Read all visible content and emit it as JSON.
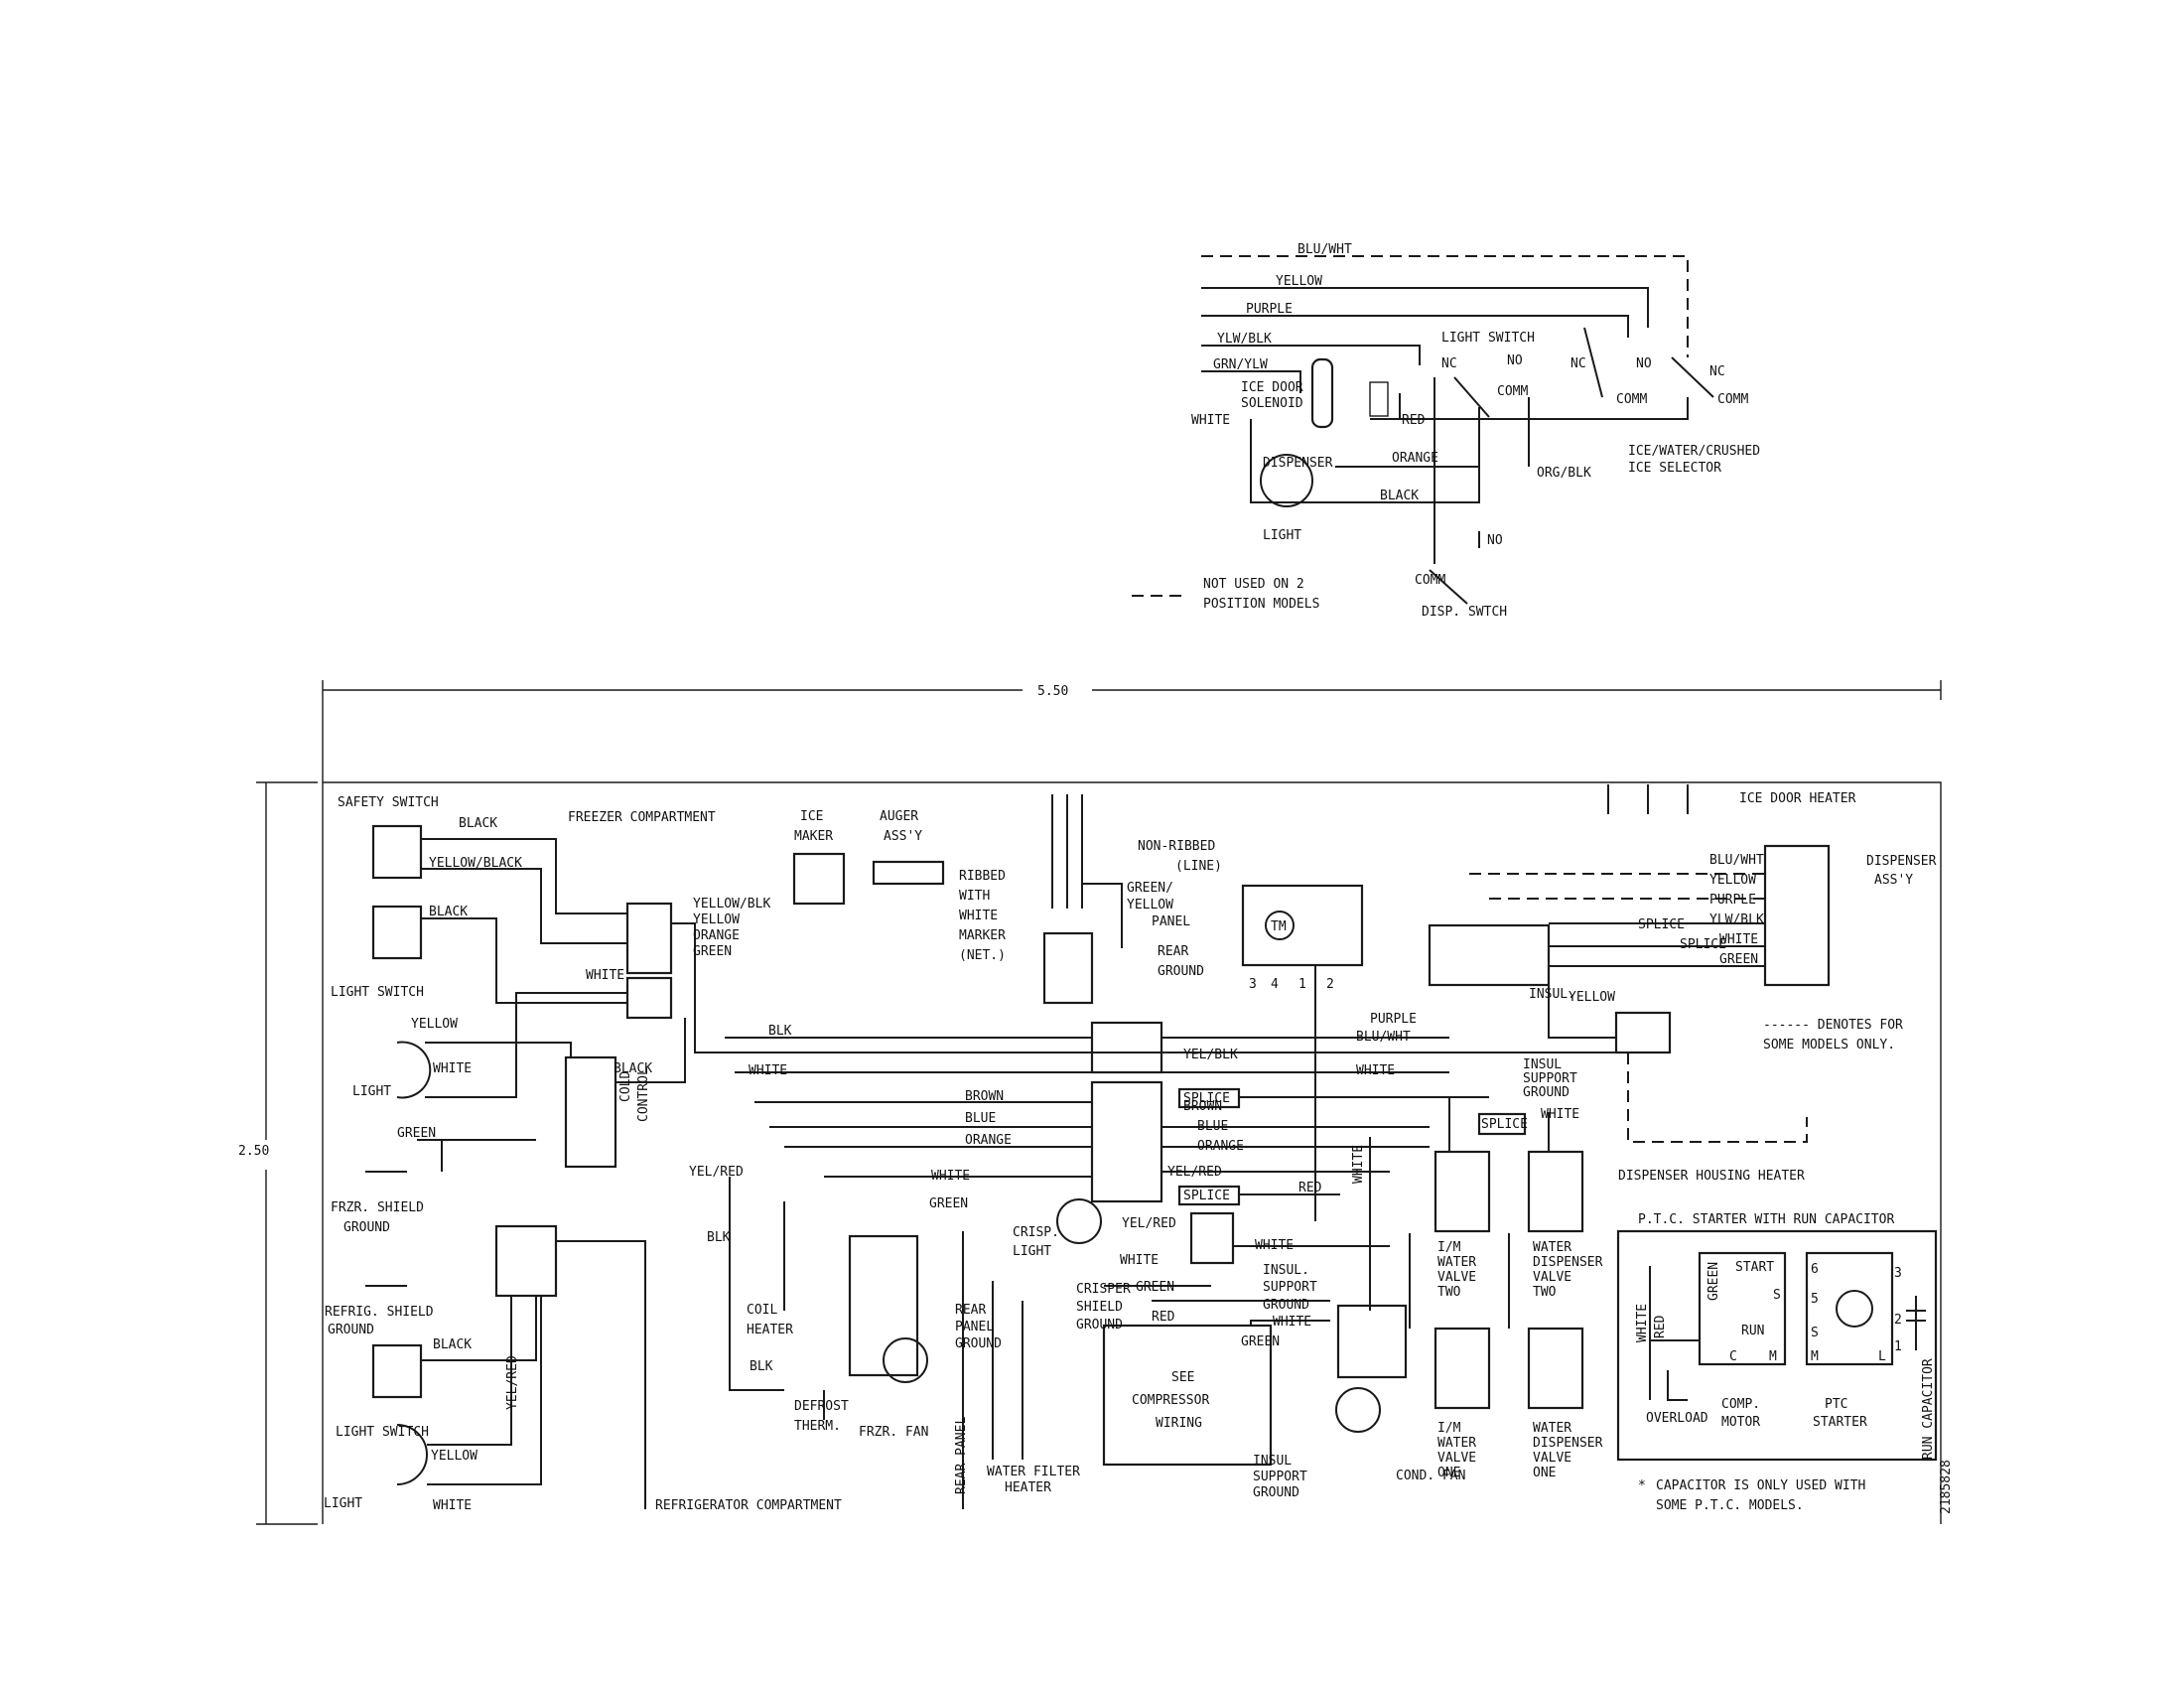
{
  "legend_top": {
    "wire_blu_wht": "BLU/WHT",
    "wire_yellow": "YELLOW",
    "wire_purple": "PURPLE",
    "wire_ylw_blk": "YLW/BLK",
    "wire_grn_ylw": "GRN/YLW",
    "ice_door_solenoid_1": "ICE DOOR",
    "ice_door_solenoid_2": "SOLENOID",
    "wire_white": "WHITE",
    "dispenser_label": "DISPENSER",
    "light_label": "LIGHT",
    "wire_red": "RED",
    "wire_orange": "ORANGE",
    "wire_black": "BLACK",
    "light_switch": "LIGHT SWITCH",
    "nc": "NC",
    "no": "NO",
    "comm": "COMM",
    "wire_org_blk": "ORG/BLK",
    "ice_selector_1": "ICE/WATER/CRUSHED",
    "ice_selector_2": "ICE SELECTOR",
    "not_used_1": "NOT USED ON 2",
    "not_used_2": "POSITION MODELS",
    "disp_switch": "DISP. SWTCH"
  },
  "dims": {
    "width": "5.50",
    "height": "2.50"
  },
  "left_side": {
    "safety_switch": "SAFETY SWITCH",
    "black": "BLACK",
    "yellow_black": "YELLOW/BLACK",
    "light_switch_1": "LIGHT SWITCH",
    "yellow": "YELLOW",
    "white": "WHITE",
    "light_1": "LIGHT",
    "green": "GREEN",
    "frzr_shield_1": "FRZR. SHIELD",
    "frzr_shield_2": "GROUND",
    "refrig_shield_1": "REFRIG. SHIELD",
    "refrig_shield_2": "GROUND",
    "light_switch_2": "LIGHT SWITCH",
    "light_2": "LIGHT",
    "yel_red": "YEL/RED",
    "freezer_compartment": "FREEZER COMPARTMENT",
    "refrigerator_compartment": "REFRIGERATOR COMPARTMENT",
    "cold_control_1": "COLD",
    "cold_control_2": "CONTROL",
    "blk": "BLK"
  },
  "center": {
    "ice_maker_1": "ICE",
    "ice_maker_2": "MAKER",
    "auger_1": "AUGER",
    "auger_2": "ASS'Y",
    "yellow_blk": "YELLOW/BLK",
    "yellow": "YELLOW",
    "orange": "ORANGE",
    "green": "GREEN",
    "white": "WHITE",
    "blk": "BLK",
    "ribbed_1": "RIBBED",
    "ribbed_2": "WITH",
    "ribbed_3": "WHITE",
    "ribbed_4": "MARKER",
    "ribbed_5": "(NET.)",
    "non_ribbed_1": "NON-RIBBED",
    "non_ribbed_2": "(LINE)",
    "green_yellow_1": "GREEN/",
    "green_yellow_2": "YELLOW",
    "green_yellow_3": "PANEL",
    "rear_ground_1": "REAR",
    "rear_ground_2": "GROUND",
    "tm": "TM",
    "term_3": "3",
    "term_4": "4",
    "term_1": "1",
    "term_2": "2",
    "purple": "PURPLE",
    "blu_wht": "BLU/WHT",
    "yel_blk": "YEL/BLK",
    "brown": "BROWN",
    "blue": "BLUE",
    "splice": "SPLICE",
    "yel_red": "YEL/RED",
    "red": "RED",
    "coil_heater_1": "COIL",
    "coil_heater_2": "HEATER",
    "defrost_1": "DEFROST",
    "defrost_2": "THERM.",
    "frzr_fan": "FRZR. FAN",
    "crisp_light_1": "CRISP.",
    "crisp_light_2": "LIGHT",
    "rear_panel_gnd_1": "REAR",
    "rear_panel_gnd_2": "PANEL",
    "rear_panel_gnd_3": "GROUND",
    "rear_panel": "REAR PANEL",
    "water_filter_1": "WATER FILTER",
    "water_filter_2": "HEATER",
    "crisper_shield_1": "CRISPER",
    "crisper_shield_2": "SHIELD",
    "crisper_shield_3": "GROUND",
    "insul_support_1": "INSUL.",
    "insul_support_2": "SUPPORT",
    "insul_support_3": "GROUND",
    "compressor_1": "SEE",
    "compressor_2": "COMPRESSOR",
    "compressor_3": "WIRING",
    "insul_support_b_1": "INSUL",
    "insul_support_b_2": "SUPPORT",
    "insul_support_b_3": "GROUND",
    "cond_fan": "COND. FAN"
  },
  "right_side": {
    "ice_door_heater": "ICE DOOR HEATER",
    "dispenser_1": "DISPENSER",
    "dispenser_2": "ASS'Y",
    "blu_wht": "BLU/WHT",
    "yellow": "YELLOW",
    "purple": "PURPLE",
    "ylw_blk": "YLW/BLK",
    "white": "WHITE",
    "green": "GREEN",
    "splice": "SPLICE",
    "insul_1": "INSUL.",
    "yellow2": "YELLOW",
    "insul_support_1": "INSUL",
    "insul_support_2": "SUPPORT",
    "insul_support_3": "GROUND",
    "denotes_1": "------ DENOTES FOR",
    "denotes_2": "SOME MODELS ONLY.",
    "housing_heater": "DISPENSER HOUSING HEATER",
    "im_valve_two_1": "I/M",
    "im_valve_two_2": "WATER",
    "im_valve_two_3": "VALVE",
    "im_valve_two_4": "TWO",
    "disp_valve_two_1": "WATER",
    "disp_valve_two_2": "DISPENSER",
    "disp_valve_two_3": "VALVE",
    "disp_valve_two_4": "TWO",
    "im_valve_one_1": "I/M",
    "im_valve_one_2": "WATER",
    "im_valve_one_3": "VALVE",
    "im_valve_one_4": "ONE",
    "disp_valve_one_1": "WATER",
    "disp_valve_one_2": "DISPENSER",
    "disp_valve_one_3": "VALVE",
    "disp_valve_one_4": "ONE",
    "white_v": "WHITE"
  },
  "ptc": {
    "title": "P.T.C. STARTER WITH RUN CAPACITOR",
    "white": "WHITE",
    "red": "RED",
    "green": "GREEN",
    "start": "START",
    "run": "RUN",
    "s": "S",
    "c": "C",
    "m": "M",
    "l": "L",
    "n6": "6",
    "n5": "5",
    "n3": "3",
    "n2": "2",
    "n1": "1",
    "overload": "OVERLOAD",
    "comp_motor_1": "COMP.",
    "comp_motor_2": "MOTOR",
    "ptc_1": "PTC",
    "ptc_2": "STARTER",
    "run_cap": "RUN CAPACITOR",
    "note_1": "CAPACITOR IS ONLY USED WITH",
    "note_2": "SOME P.T.C. MODELS.",
    "doc_number": "2185828"
  }
}
